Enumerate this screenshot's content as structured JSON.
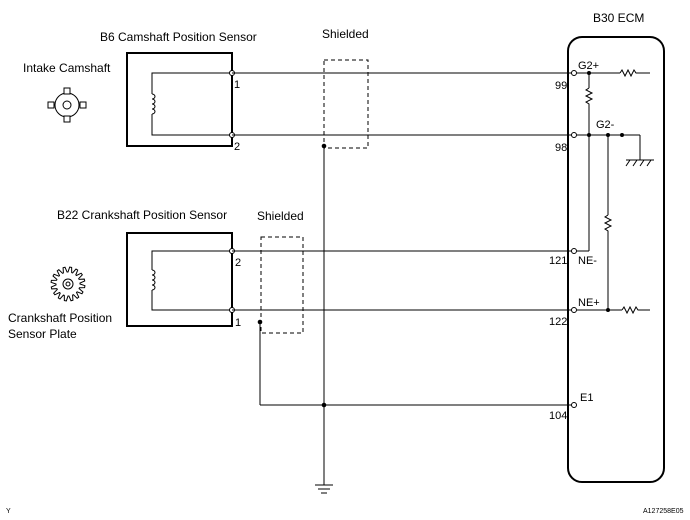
{
  "ecm": {
    "label": "B30 ECM",
    "pins": {
      "g2p_num": "99",
      "g2p_name": "G2+",
      "g2m_num": "98",
      "g2m_name": "G2-",
      "nem_num": "121",
      "nem_name": "NE-",
      "nep_num": "122",
      "nep_name": "NE+",
      "e1_num": "104",
      "e1_name": "E1"
    }
  },
  "cam_sensor": {
    "label": "B6 Camshaft Position Sensor",
    "part_label": "Intake Camshaft",
    "pin1": "1",
    "pin2": "2"
  },
  "crank_sensor": {
    "label": "B22 Crankshaft Position Sensor",
    "part_label_line1": "Crankshaft Position",
    "part_label_line2": "Sensor Plate",
    "pin1": "1",
    "pin2": "2"
  },
  "shield": {
    "cam_label": "Shielded",
    "crank_label": "Shielded"
  },
  "footer": {
    "left": "Y",
    "right": "A127258E05"
  }
}
